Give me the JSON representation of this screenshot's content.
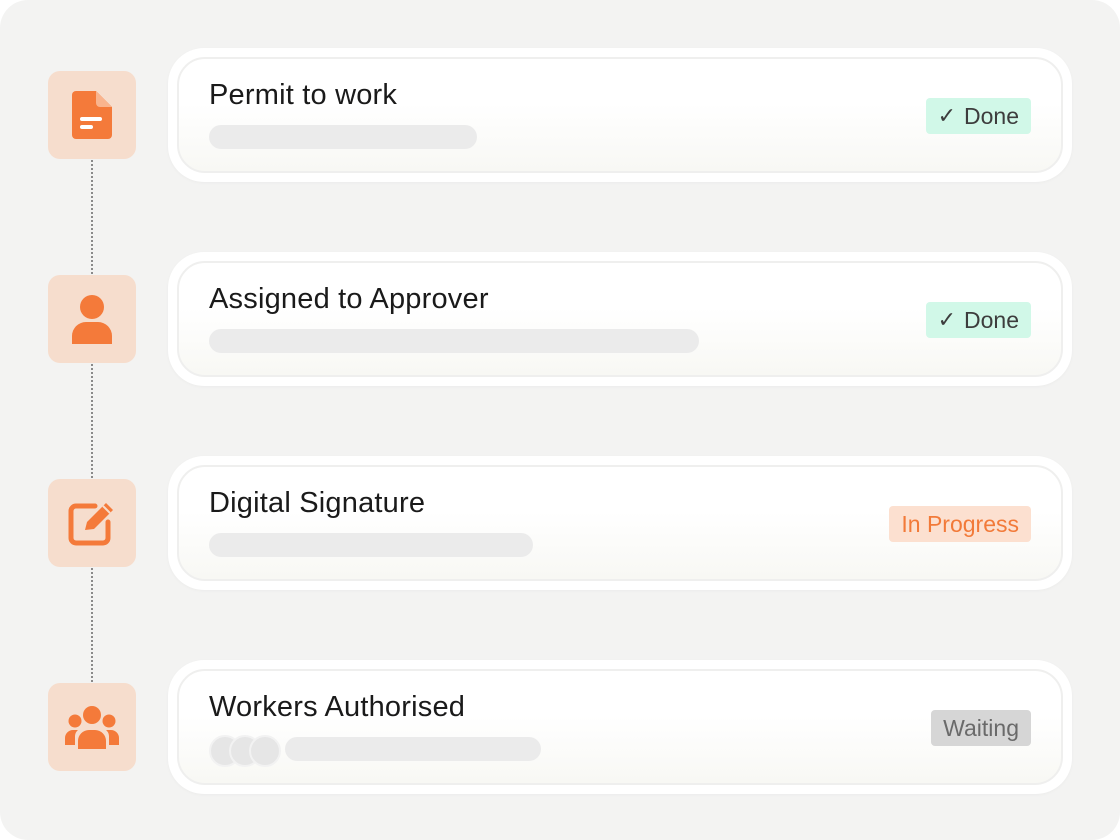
{
  "steps": [
    {
      "icon": "document-icon",
      "title": "Permit to work",
      "status": {
        "label": "Done",
        "kind": "done",
        "check": "✓"
      }
    },
    {
      "icon": "user-icon",
      "title": "Assigned to Approver",
      "status": {
        "label": "Done",
        "kind": "done",
        "check": "✓"
      }
    },
    {
      "icon": "edit-icon",
      "title": "Digital Signature",
      "status": {
        "label": "In Progress",
        "kind": "in-progress"
      }
    },
    {
      "icon": "group-icon",
      "title": "Workers Authorised",
      "status": {
        "label": "Waiting",
        "kind": "waiting"
      }
    }
  ],
  "colors": {
    "accent": "#f47a3a",
    "icon_tile_bg": "#f6ddcd",
    "done_bg": "#d1f8e8",
    "progress_bg": "#fce0d0",
    "waiting_bg": "#d6d6d6"
  }
}
